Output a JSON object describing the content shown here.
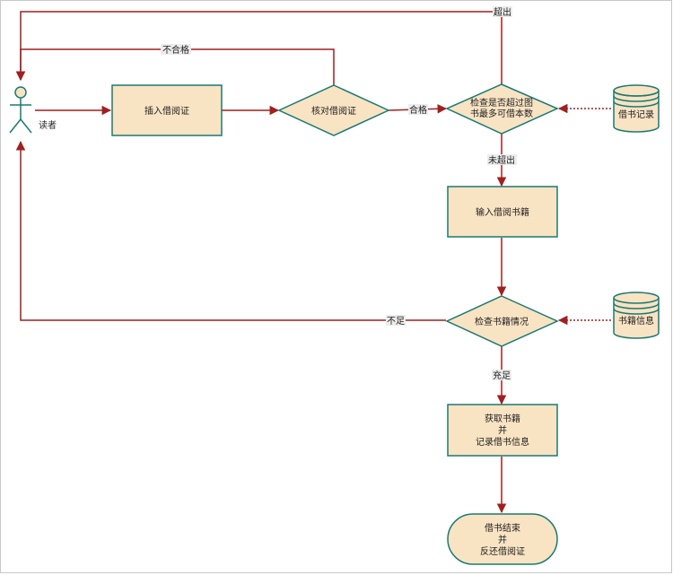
{
  "actor": {
    "label": "读者"
  },
  "nodes": {
    "insert_card": "插入借阅证",
    "verify_card": "核对借阅证",
    "check_limit": [
      "检查是否超过图",
      "书最多可借本数"
    ],
    "input_book": "输入借阅书籍",
    "check_book": "检查书籍情况",
    "get_book": [
      "获取书籍",
      "并",
      "记录借书信息"
    ],
    "end": [
      "借书结束",
      "并",
      "反还借阅证"
    ]
  },
  "databases": {
    "borrow_record": "借书记录",
    "book_info": "书籍信息"
  },
  "edge_labels": {
    "exceed": "超出",
    "unqualified": "不合格",
    "qualified": "合格",
    "not_exceed": "未超出",
    "insufficient": "不足",
    "sufficient": "充足"
  },
  "colors": {
    "fill": "#f8e3c3",
    "stroke": "#1a7a73",
    "edge": "#a11f1f"
  }
}
